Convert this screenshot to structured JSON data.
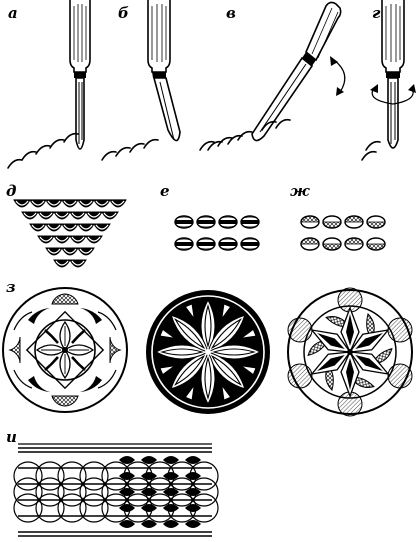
{
  "labels": {
    "a": "а",
    "b": "б",
    "v": "в",
    "g": "г",
    "d": "д",
    "e": "е",
    "zh": "ж",
    "z": "з",
    "i": "и"
  },
  "colors": {
    "ink": "#000000",
    "paper": "#ffffff"
  }
}
